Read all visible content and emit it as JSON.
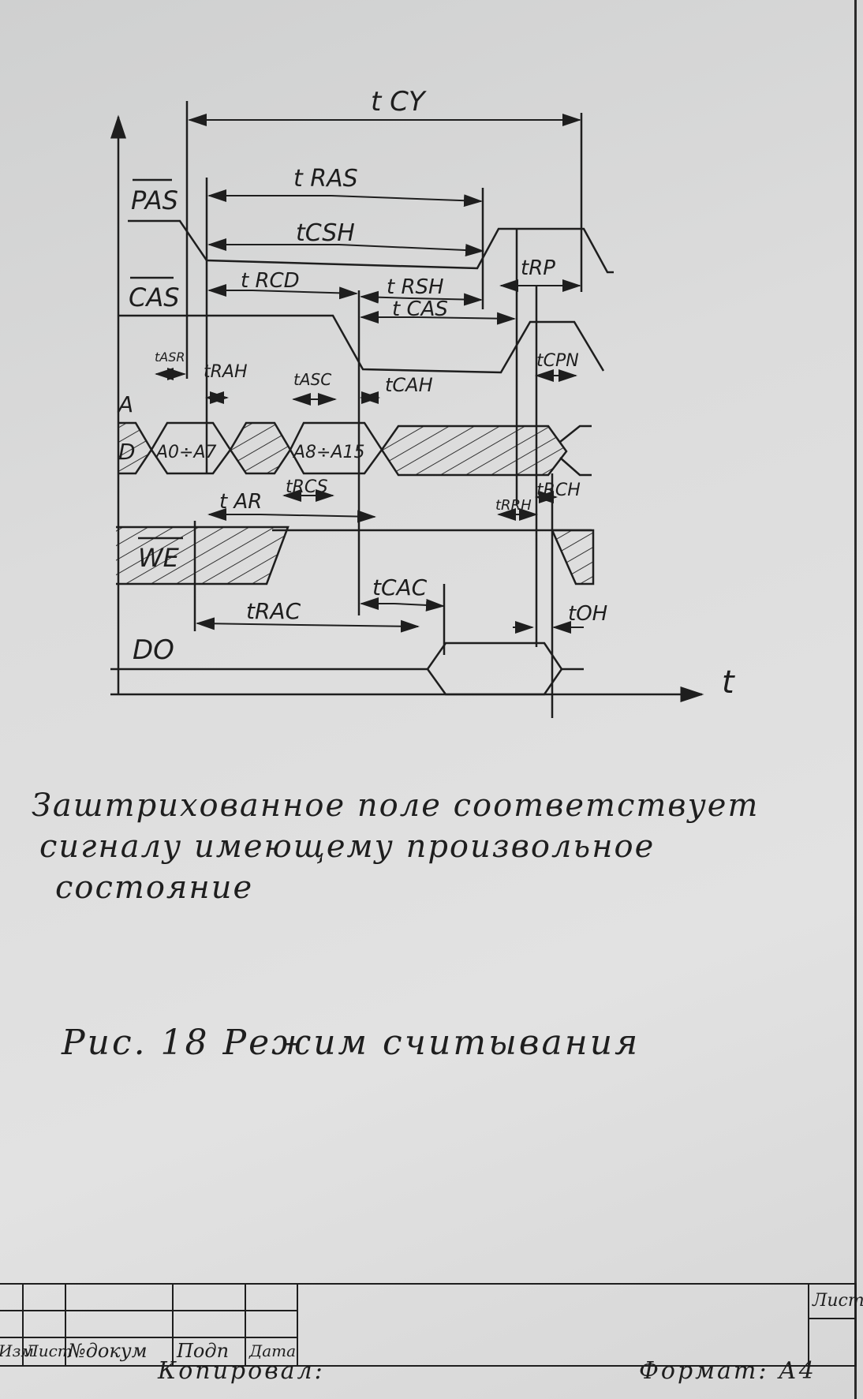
{
  "diagram": {
    "axis_t": "t",
    "signals": {
      "ras": "PAS",
      "cas": "CAS",
      "addr_a": "A",
      "addr_d": "D",
      "we": "WE",
      "do": "DO"
    },
    "address_labels": {
      "row": "A0÷A7",
      "col": "A8÷A15"
    },
    "timings": {
      "tcy": "t CY",
      "tras": "t RAS",
      "tcsh": "tCSH",
      "trcd": "t RCD",
      "trsh": "t RSH",
      "tcas": "t CAS",
      "trp": "tRP",
      "tasr": "tASR",
      "trah": "tRAH",
      "tasc": "tASC",
      "tcah": "tCAH",
      "tcpn": "tCPN",
      "tar": "t AR",
      "trcs": "tRCS",
      "trrh": "tRRH",
      "trch": "tRCH",
      "tcac": "tCAC",
      "trac": "tRAC",
      "toh": "tOH"
    }
  },
  "note": {
    "line1": "Заштрихованное поле соответствует",
    "line2": "сигналу имеющему произвольное",
    "line3": "состояние"
  },
  "caption": "Рис. 18 Режим считывания",
  "title_block": {
    "col_izm": "Изм",
    "col_list": "Лист",
    "col_doc": "№докум",
    "col_sign": "Подп",
    "col_date": "Дата",
    "sheet_label": "Лист"
  },
  "footer": {
    "copied": "Копировал:",
    "format": "Формат: А4"
  }
}
